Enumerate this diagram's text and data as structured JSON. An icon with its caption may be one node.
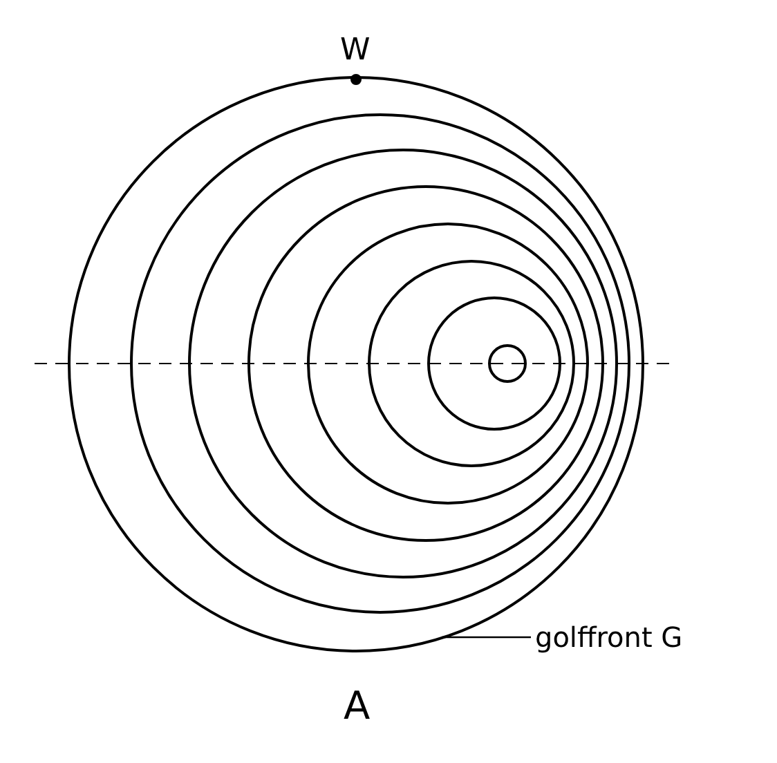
{
  "diagram": {
    "nodes": [
      {
        "text": [
          "golffront G"
        ]
      },
      {
        "text": [],
        "shape": "circle"
      }
    ],
    "edges": [
      {
        "from": 0,
        "to": 1,
        "arrow": "none"
      }
    ],
    "labels": [
      "W",
      "A"
    ]
  }
}
